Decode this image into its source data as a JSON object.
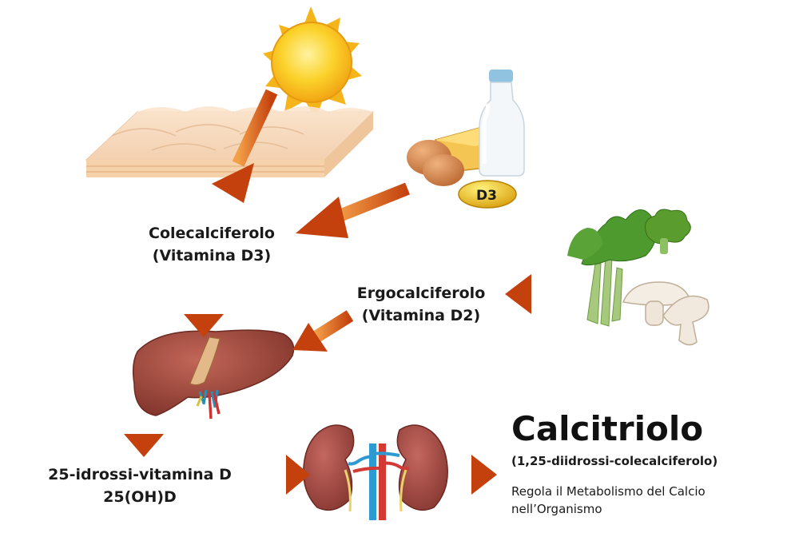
{
  "labels": {
    "d3_badge": "D3",
    "colecalciferolo": {
      "name": "Colecalciferolo",
      "sub": "(Vitamina D3)"
    },
    "ergocalciferolo": {
      "name": "Ergocalciferolo",
      "sub": "(Vitamina D2)"
    },
    "idrossi": {
      "name": "25-idrossi-vitamina D",
      "sub": "25(OH)D"
    },
    "calcitriolo": {
      "name": "Calcitriolo",
      "sub": "(1,25-diidrossi-colecalciferolo)",
      "desc_line1": "Regola il Metabolismo del Calcio",
      "desc_line2": "nell’Organismo"
    }
  },
  "icons": [
    "sun-icon",
    "skin-icon",
    "food-d3-icon",
    "vegetables-d2-icon",
    "liver-icon",
    "kidneys-icon"
  ],
  "colors": {
    "arrow": "#d9631c",
    "arrow_tip": "#c4410e",
    "liver": "#a04a3f",
    "kidney": "#a34b43",
    "sun": "#f9c41d",
    "text": "#1a1a1a"
  }
}
